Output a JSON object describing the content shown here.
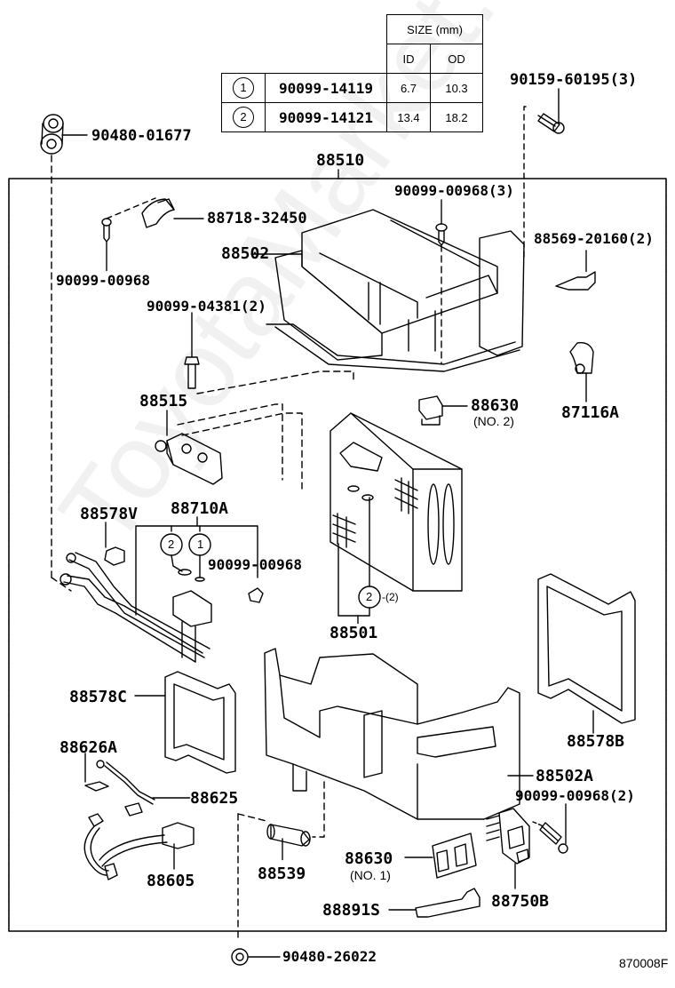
{
  "diagram": {
    "assembly_label": "88510",
    "diagram_id": "870008F",
    "watermark": "ToyotaMarket.ru"
  },
  "size_table": {
    "header": "SIZE (mm)",
    "col_id": "ID",
    "col_od": "OD",
    "rows": [
      {
        "ref": "1",
        "part": "90099-14119",
        "id": "6.7",
        "od": "10.3"
      },
      {
        "ref": "2",
        "part": "90099-14121",
        "id": "13.4",
        "od": "18.2"
      }
    ]
  },
  "parts": {
    "p90480_01677": "90480-01677",
    "p90159_60195": "90159-60195(3)",
    "p88510": "88510",
    "p90099_00968_3": "90099-00968(3)",
    "p88718_32450": "88718-32450",
    "p88502": "88502",
    "p88569_20160": "88569-20160(2)",
    "p90099_00968_a": "90099-00968",
    "p90099_04381": "90099-04381(2)",
    "p88515": "88515",
    "p88630_2": "88630",
    "p88630_2_sub": "(NO. 2)",
    "p87116A": "87116A",
    "p88578V": "88578V",
    "p88710A": "88710A",
    "p90099_00968_b": "90099-00968",
    "p88501": "88501",
    "p88501_ref": "2",
    "p88501_qty": "-(2)",
    "p88710A_ref2": "2",
    "p88710A_ref1": "1",
    "p88578C": "88578C",
    "p88578B": "88578B",
    "p88626A": "88626A",
    "p88625": "88625",
    "p88502A": "88502A",
    "p90099_00968_2": "90099-00968(2)",
    "p88605": "88605",
    "p88539": "88539",
    "p88630_1": "88630",
    "p88630_1_sub": "(NO. 1)",
    "p88750B": "88750B",
    "p88891S": "88891S",
    "p90480_26022": "90480-26022"
  }
}
